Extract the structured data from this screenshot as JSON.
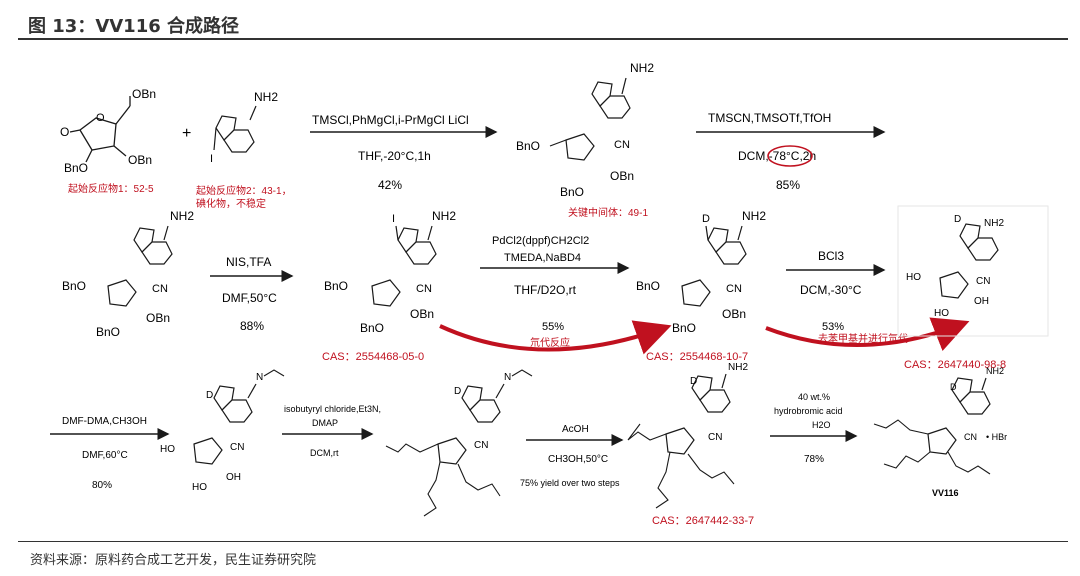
{
  "title": "图 13：VV116 合成路径",
  "source": "资料来源：原料药合成工艺开发，民生证券研究院",
  "reactions": [
    {
      "above": "TMSCl,PhMgCl,i-PrMgCl LiCl",
      "below": "THF,-20°C,1h",
      "yield": "42%"
    },
    {
      "above": "TMSCN,TMSOTf,TfOH",
      "below": "DCM,-78°C,2h",
      "yield": "85%"
    },
    {
      "above": "NIS,TFA",
      "below": "DMF,50°C",
      "yield": "88%"
    },
    {
      "above1": "PdCl2(dppf)CH2Cl2",
      "above2": "TMEDA,NaBD4",
      "below": "THF/D2O,rt",
      "yield": "55%"
    },
    {
      "above": "BCl3",
      "below": "DCM,-30°C",
      "yield": "53%"
    },
    {
      "above": "DMF-DMA,CH3OH",
      "below": "DMF,60°C",
      "yield": "80%"
    },
    {
      "above1": "isobutyryl chloride,Et3N,",
      "above2": "DMAP",
      "below": "DCM,rt"
    },
    {
      "above": "AcOH",
      "below": "CH3OH,50°C",
      "yield": "75% yield over two steps"
    },
    {
      "above1": "40 wt.%",
      "above2": "hydrobromic acid",
      "above3": "H2O",
      "yield": "78%"
    }
  ],
  "notes": {
    "sm1": "起始反应物1：52-5",
    "sm2a": "起始反应物2：43-1，",
    "sm2b": "碘化物，不稳定",
    "key_int": "关键中间体：49-1",
    "cas1": "CAS：2554468-05-0",
    "cas2": "CAS：2554468-10-7",
    "cas3": "CAS：2647440-98-8",
    "cas4": "CAS：2647442-33-7",
    "deut": "氘代反应",
    "debn": "去苯甲基并进行氘代"
  },
  "labels": {
    "obn": "OBn",
    "bno": "BnO",
    "nh2": "NH2",
    "cn": "CN",
    "i": "I",
    "d": "D",
    "ho": "HO",
    "oh": "OH",
    "hbr": "• HBr",
    "product": "VV116",
    "o": "O",
    "n": "N"
  },
  "colors": {
    "accent_red": "#c0111f",
    "ink": "#1a1a1a"
  }
}
